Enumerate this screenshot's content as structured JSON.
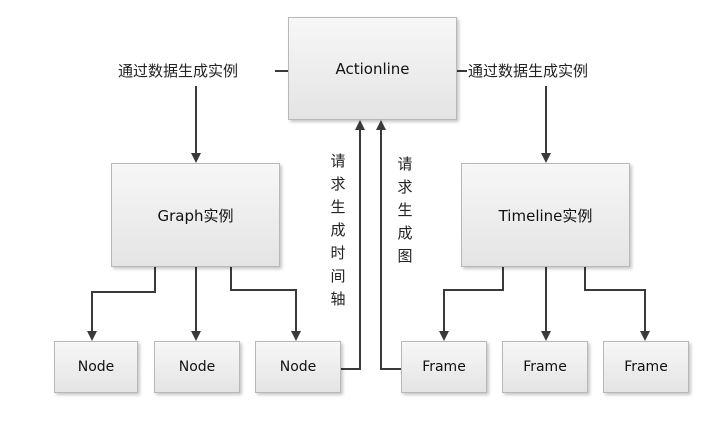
{
  "nodes": {
    "actionline": "Actionline",
    "graph": "Graph实例",
    "timeline": "Timeline实例",
    "node_1": "Node",
    "node_2": "Node",
    "node_3": "Node",
    "frame_1": "Frame",
    "frame_2": "Frame",
    "frame_3": "Frame"
  },
  "edge_labels": {
    "left_create": "通过数据生成实例",
    "right_create": "通过数据生成实例",
    "request_timeline": "请求生成时间轴",
    "request_graph": "请求生成图"
  },
  "colors": {
    "line": "#3a3a3a",
    "box_border": "#b8b8b8"
  }
}
